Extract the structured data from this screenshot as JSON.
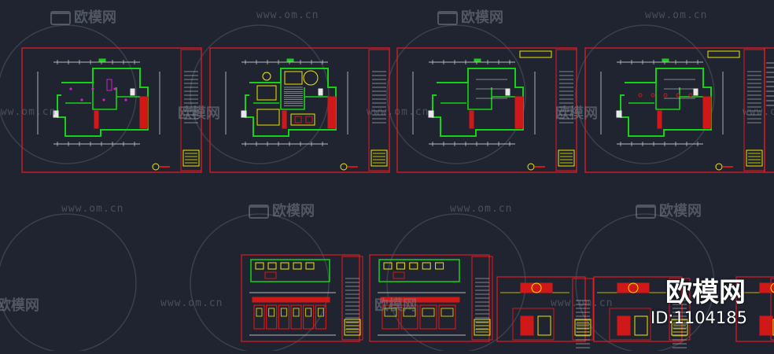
{
  "watermark": {
    "url_text": "www.om.cn",
    "brand_text": "欧模网"
  },
  "corner_badge": {
    "brand": "欧模网",
    "id_text": "ID:1104185"
  },
  "colors": {
    "background": "#1f2430",
    "frame": "#e01b24",
    "wall_green": "#16d216",
    "furniture_yellow": "#f2e600",
    "dimension_white": "#e8e8e8",
    "accent_magenta": "#d020d0",
    "wall_red": "#d01818"
  },
  "sheets": [
    {
      "kind": "floor-plan-original",
      "has_furniture": false
    },
    {
      "kind": "floor-plan-furnished",
      "has_furniture": true
    },
    {
      "kind": "floor-plan-ceiling",
      "has_furniture": false
    },
    {
      "kind": "floor-plan-electrical",
      "has_furniture": false
    },
    {
      "kind": "elevation-sheet-a"
    },
    {
      "kind": "elevation-sheet-b"
    },
    {
      "kind": "detail-sheet-c"
    },
    {
      "kind": "detail-sheet-d"
    },
    {
      "kind": "detail-sheet-e"
    }
  ]
}
